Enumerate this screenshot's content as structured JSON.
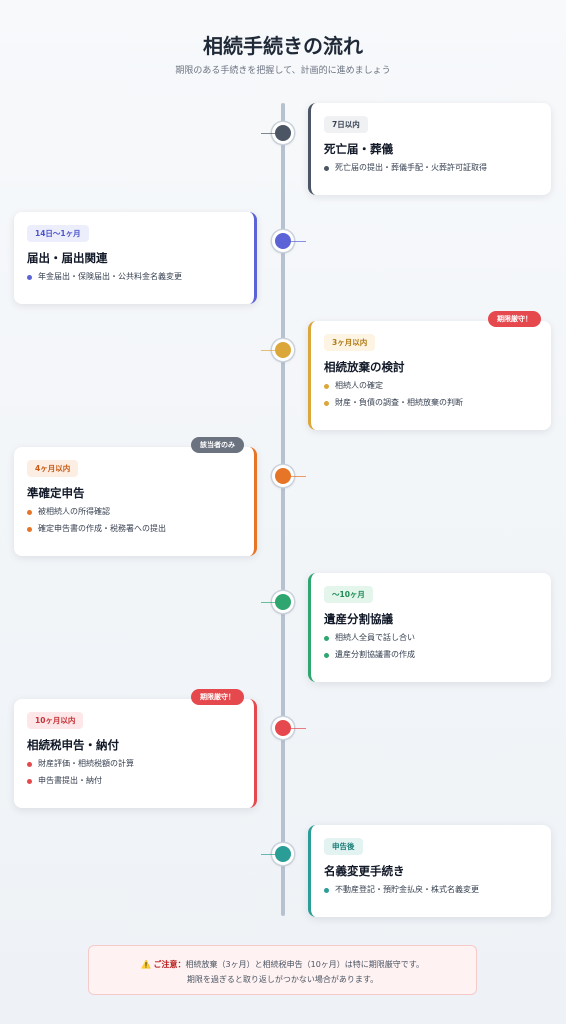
{
  "header": {
    "title": "相続手続きの流れ",
    "subtitle": "期限のある手続きを把握して、計画的に進めましょう"
  },
  "steps": [
    {
      "period": "7日以内",
      "title": "死亡届・葬儀",
      "items": [
        "死亡届の提出・葬儀手配・火葬許可証取得"
      ],
      "color": "#4b5563",
      "badge_bg": "#f0f1f3",
      "badge_fg": "#374151",
      "tag": ""
    },
    {
      "period": "14日〜1ヶ月",
      "title": "届出・届出関連",
      "items": [
        "年金届出・保険届出・公共料金名義変更"
      ],
      "color": "#5b63d6",
      "badge_bg": "#eceefc",
      "badge_fg": "#4d54c8",
      "tag": ""
    },
    {
      "period": "3ヶ月以内",
      "title": "相続放棄の検討",
      "items": [
        "相続人の確定",
        "財産・負債の調査・相続放棄の判断"
      ],
      "color": "#dba73a",
      "badge_bg": "#fdf4e3",
      "badge_fg": "#b07a14",
      "tag": "期限厳守！",
      "tag_bg": "#e5484d"
    },
    {
      "period": "4ヶ月以内",
      "title": "準確定申告",
      "items": [
        "被相続人の所得確認",
        "確定申告書の作成・税務署への提出"
      ],
      "color": "#e67528",
      "badge_bg": "#fdeee3",
      "badge_fg": "#c85a14",
      "tag": "該当者のみ",
      "tag_bg": "#6b7280"
    },
    {
      "period": "〜10ヶ月",
      "title": "遺産分割協議",
      "items": [
        "相続人全員で話し合い",
        "遺産分割協議書の作成"
      ],
      "color": "#2fa56f",
      "badge_bg": "#e4f5ec",
      "badge_fg": "#1f8a55",
      "tag": ""
    },
    {
      "period": "10ヶ月以内",
      "title": "相続税申告・納付",
      "items": [
        "財産評価・相続税額の計算",
        "申告書提出・納付"
      ],
      "color": "#e5484d",
      "badge_bg": "#fde7e8",
      "badge_fg": "#c53237",
      "tag": "期限厳守！",
      "tag_bg": "#e5484d"
    },
    {
      "period": "申告後",
      "title": "名義変更手続き",
      "items": [
        "不動産登記・預貯金払戻・株式名義変更"
      ],
      "color": "#2a9d96",
      "badge_bg": "#e2f3f2",
      "badge_fg": "#1d7f79",
      "tag": ""
    }
  ],
  "note": {
    "icon": "⚠️",
    "label": "ご注意：",
    "line1": "相続放棄（3ヶ月）と相続税申告（10ヶ月）は特に期限厳守です。",
    "line2": "期限を過ぎると取り返しがつかない場合があります。"
  }
}
